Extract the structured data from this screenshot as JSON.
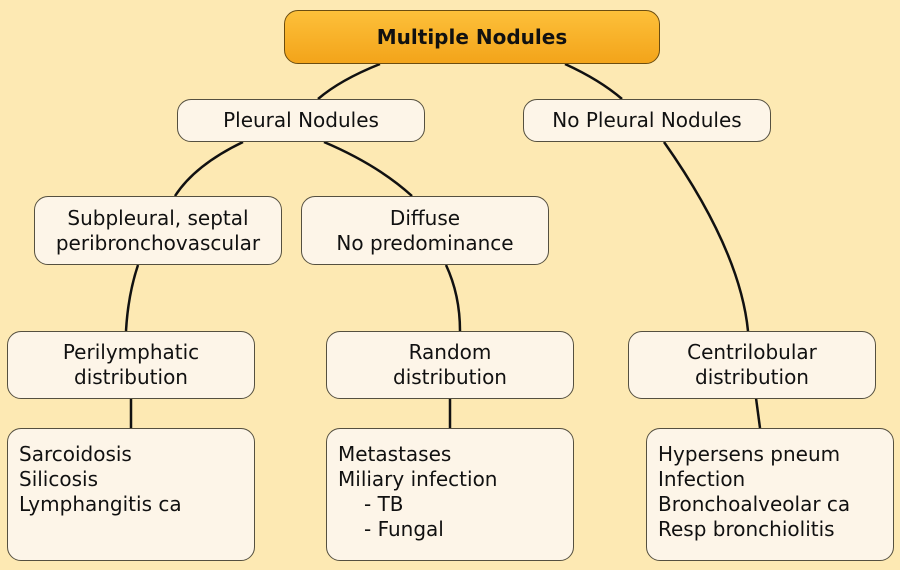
{
  "title": "Multiple Nodules",
  "level1": {
    "pleural": "Pleural Nodules",
    "no_pleural": "No Pleural Nodules"
  },
  "level2": {
    "subpleural": [
      "Subpleural, septal",
      "peribronchovascular"
    ],
    "diffuse": [
      "Diffuse",
      "No predominance"
    ]
  },
  "distributions": {
    "perilymphatic": [
      "Perilymphatic",
      "distribution"
    ],
    "random": [
      "Random",
      "distribution"
    ],
    "centrilobular": [
      "Centrilobular",
      "distribution"
    ]
  },
  "differentials": {
    "perilymphatic": [
      "Sarcoidosis",
      "Silicosis",
      "Lymphangitis ca"
    ],
    "random": [
      "Metastases",
      "Miliary infection",
      "- TB",
      "- Fungal"
    ],
    "centrilobular": [
      "Hypersens pneum",
      "Infection",
      "Bronchoalveolar ca",
      "Resp bronchiolitis"
    ]
  },
  "colors": {
    "background": "#fde9b3",
    "root_fill": "#f7b02a",
    "node_fill": "#fdf5e8"
  }
}
